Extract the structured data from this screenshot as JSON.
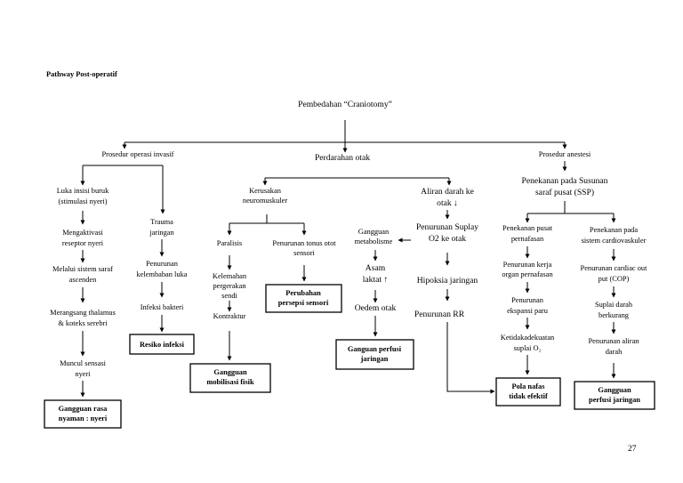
{
  "heading": "Pathway Post-operatif",
  "page_number": "27",
  "root": "Pembedahan “Craniotomy”",
  "branches": {
    "left": "Prosedur operasi invasif",
    "middle": "Perdarahan otak",
    "right": "Prosedur anestesi"
  },
  "left": {
    "luka": [
      "Luka insisi buruk",
      "(stimulasi nyeri)"
    ],
    "mengaktivasi": [
      "Mengaktivasi",
      "reseptor nyeri"
    ],
    "melalui": [
      "Melalui sistem saraf",
      "ascenden"
    ],
    "merangsang": [
      "Merangsang thalamus",
      "& koteks serebri"
    ],
    "muncul": [
      "Muncul sensasi",
      "nyeri"
    ],
    "dx_nyeri": [
      "Gangguan rasa",
      "nyaman : nyeri"
    ],
    "trauma": [
      "Trauma",
      "jaringan"
    ],
    "penurunan_kelembaban": [
      "Penurunan",
      "kelembaban luka"
    ],
    "infeksi": "Infeksi bakteri",
    "dx_infeksi": "Resiko infeksi"
  },
  "middle": {
    "kerusakan": [
      "Kerusakan",
      "neuromuskuler"
    ],
    "paralisis": "Paralisis",
    "kelemahan": [
      "Kelemahan",
      "pergerakan",
      "sendi"
    ],
    "kontraktur": "Kontraktur",
    "dx_mobilisasi": [
      "Gangguan",
      "mobilisasi fisik"
    ],
    "penurunan_tonus": [
      "Penurunan tonus otot",
      "sensori"
    ],
    "dx_sensori": [
      "Perubahan",
      "persepsi sensori"
    ],
    "aliran": [
      "Aliran darah ke",
      "otak ↓"
    ],
    "penurunan_suplay": [
      "Penurunan Suplay",
      "O2 ke otak"
    ],
    "gangguan_metab": [
      "Gangguan",
      "metabolisme"
    ],
    "asam": [
      "Asam",
      "laktat ↑"
    ],
    "oedem": "Oedem otak",
    "dx_perfusi": [
      "Ganguan perfusi",
      "jaringan"
    ],
    "hipoksia": "Hipoksia jaringan",
    "penurunan_rr": "Penurunan RR"
  },
  "right": {
    "penekanan_ssp": [
      "Penekanan pada Susunan",
      "saraf pusat (SSP)"
    ],
    "penekanan_pusat": [
      "Penekanan pusat",
      "pernafasan"
    ],
    "penurunan_kerja": [
      "Penurunan kerja",
      "organ pernafasan"
    ],
    "penurunan_ekspansi": [
      "Penurunan",
      "ekspansi paru"
    ],
    "ketidakadekuatan": [
      "Ketidakadekuatan",
      "suplai O₂"
    ],
    "dx_pola": [
      "Pola nafas",
      "tidak efektif"
    ],
    "penekanan_kardio": [
      "Penekanan pada",
      "sistem cardiovaskuler"
    ],
    "penurunan_cardiac": [
      "Penurunan cardiac out",
      "put (COP)"
    ],
    "suplai_darah": [
      "Suplai darah",
      "berkurang"
    ],
    "penurunan_aliran": [
      "Penurunan aliran",
      "darah"
    ],
    "dx_perfusi2": [
      "Gangguan",
      "perfusi jaringan"
    ]
  }
}
